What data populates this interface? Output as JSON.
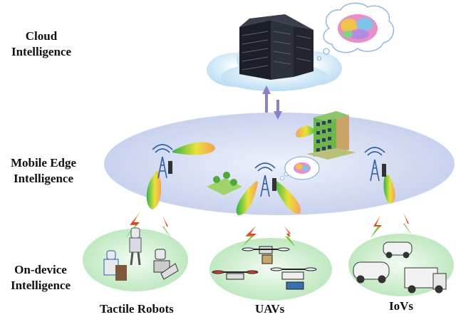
{
  "levels": {
    "cloud": [
      "Cloud",
      "Intelligence"
    ],
    "edge": [
      "Mobile Edge",
      "Intelligence"
    ],
    "device": [
      "On-device",
      "Intelligence"
    ]
  },
  "devices": {
    "robots": "Tactile Robots",
    "uavs": "UAVs",
    "iovs": "IoVs"
  }
}
